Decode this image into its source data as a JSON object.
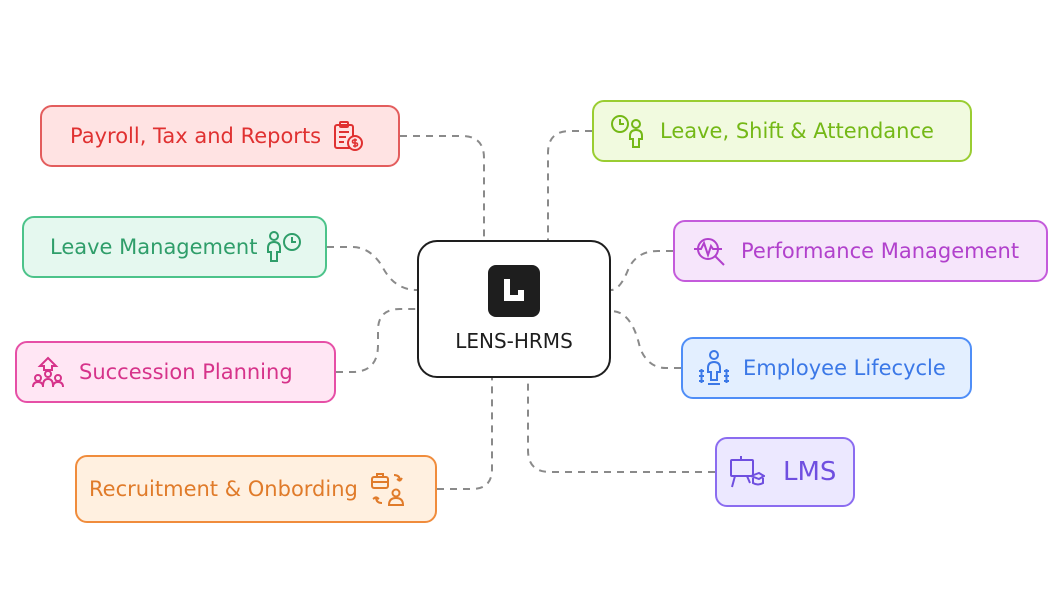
{
  "center": {
    "title": "LENS-HRMS",
    "logo_icon": "lens-logo-icon"
  },
  "nodes": {
    "payroll": {
      "label": "Payroll, Tax and Reports",
      "icon": "clipboard-dollar-icon",
      "color": "#e03131"
    },
    "leave_management": {
      "label": "Leave Management",
      "icon": "person-clock-icon",
      "color": "#2f9e6a"
    },
    "succession": {
      "label": "Succession Planning",
      "icon": "people-hierarchy-icon",
      "color": "#d6338a"
    },
    "recruitment": {
      "label": "Recruitment & Onbording",
      "icon": "briefcase-person-icon",
      "color": "#e07b2a"
    },
    "leave_shift": {
      "label": "Leave, Shift & Attendance",
      "icon": "clock-person-icon",
      "color": "#74b816"
    },
    "performance": {
      "label": "Performance Management",
      "icon": "magnifier-pulse-icon",
      "color": "#b141cc"
    },
    "lifecycle": {
      "label": "Employee Lifecycle",
      "icon": "person-stages-icon",
      "color": "#3b78e7"
    },
    "lms": {
      "label": "LMS",
      "icon": "presentation-board-icon",
      "color": "#6f4fe0"
    }
  }
}
